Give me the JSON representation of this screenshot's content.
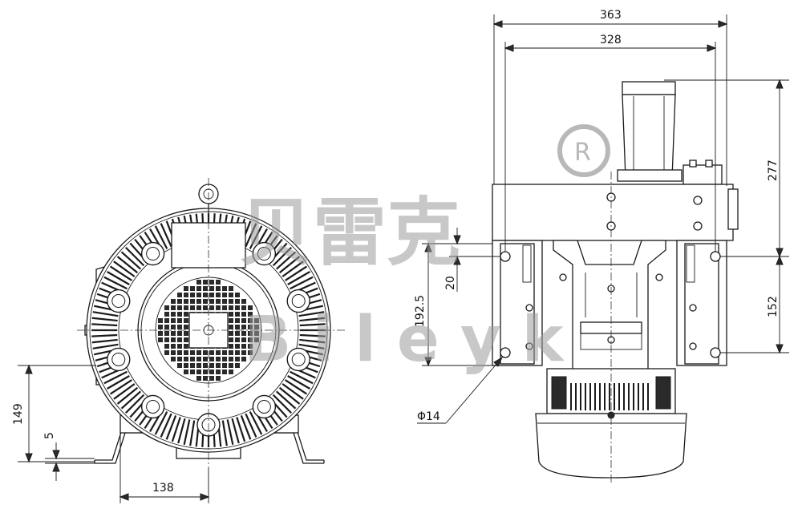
{
  "watermark": {
    "brand_cn": "贝雷克",
    "brand_en": "Bileyk",
    "registered_mark": "R"
  },
  "dimensions": {
    "front_width_total": "363",
    "front_width_inner": "328",
    "right_height_top": "277",
    "right_height_bottom": "152",
    "left_height_body": "192.5",
    "left_offset_small": "20",
    "hole_diameter": "Φ14",
    "side_height": "149",
    "foot_thickness": "5",
    "foot_width": "138"
  }
}
